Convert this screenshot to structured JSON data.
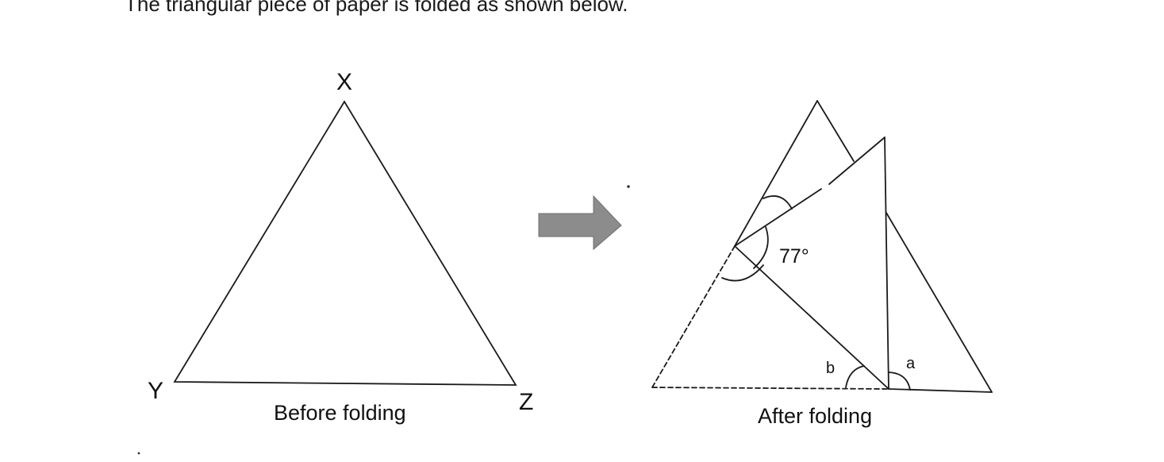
{
  "heading": "The triangular piece of paper is folded as shown below.",
  "before": {
    "caption": "Before folding",
    "vertices": {
      "top": "X",
      "left": "Y",
      "right": "Z"
    }
  },
  "after": {
    "caption": "After folding",
    "angle_given": "77°",
    "angle_a": "a",
    "angle_b": "b"
  },
  "colors": {
    "line": "#1a1a1a",
    "arrow": "#8c8c8c"
  }
}
